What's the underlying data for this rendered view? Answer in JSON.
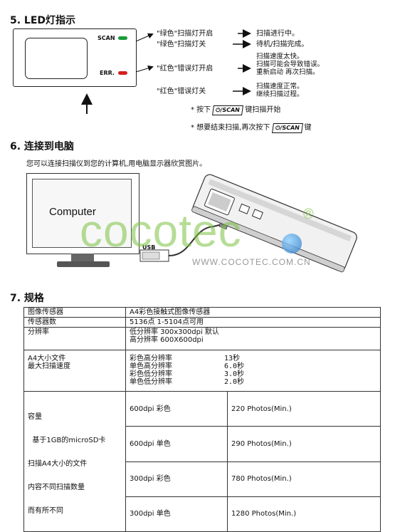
{
  "section5": {
    "title": "5. LED灯指示",
    "scan_label": "SCAN",
    "err_label": "ERR.",
    "lines": [
      {
        "left": "\"绿色\"扫描灯开启",
        "right": [
          "扫描进行中。"
        ]
      },
      {
        "left": "\"绿色\"扫描灯关",
        "right": [
          "待机/扫描完成。"
        ]
      },
      {
        "left": "\"红色\"错误灯开启",
        "right": [
          "扫描速度太快。",
          "扫描可能会导致错误。",
          "重新启动   再次扫描。"
        ]
      },
      {
        "left": "\"红色\"错误灯关",
        "right": [
          "扫描速度正常。",
          "继续扫描过程。"
        ]
      }
    ],
    "note1_pre": "* 按下",
    "note1_key": "⏻/SCAN",
    "note1_post": "键扫描开始",
    "note2_pre": "* 想要结束扫描,再次按下",
    "note2_key": "⏻/SCAN",
    "note2_post": "键"
  },
  "section6": {
    "title": "6. 连接到电脑",
    "desc": "您可以连接扫描仪到您的计算机,用电脑显示器欣赏图片。",
    "computer_label": "Computer",
    "usb_label": "USB"
  },
  "watermark": {
    "brand": "cocotec",
    "registered": "®",
    "url": "WWW.COCOTEC.COM.CN"
  },
  "section7": {
    "title": "7. 规格",
    "rows": [
      {
        "label": "图像传感器",
        "value": "A4彩色接触式图像传感器"
      },
      {
        "label": "传感器数",
        "value": "5136点  1-5104点可用"
      },
      {
        "label": "分辨率",
        "value_lines": [
          "低分辨率  300x300dpi  默认",
          "高分辨率  600X600dpi"
        ]
      },
      {
        "label_lines": [
          "A4大小文件",
          "最大扫描速度"
        ],
        "modes": [
          "彩色高分辨率",
          "单色高分辨率",
          "彩色低分辨率",
          "单色低分辨率"
        ],
        "times": [
          "13秒",
          "6.0秒",
          "3.0秒",
          "2.0秒"
        ]
      }
    ],
    "capacity_label_lines": [
      "容量",
      "  基于1GB的microSD卡",
      "扫描A4大小的文件",
      "内容不同扫描数量",
      "而有所不同"
    ],
    "capacity_rows": [
      {
        "mode": "600dpi 彩色",
        "photos": "220 Photos(Min.)"
      },
      {
        "mode": "600dpi 单色",
        "photos": "290 Photos(Min.)"
      },
      {
        "mode": "300dpi 彩色",
        "photos": "780 Photos(Min.)"
      },
      {
        "mode": "300dpi 单色",
        "photos": "1280 Photos(Min.)"
      }
    ]
  },
  "colors": {
    "scan_led": "#1a9a3a",
    "err_led": "#d32020",
    "watermark": "#7cc242"
  }
}
